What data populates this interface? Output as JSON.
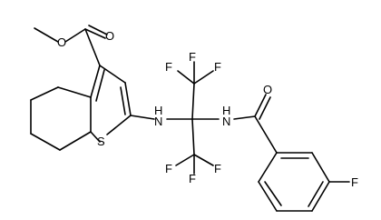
{
  "diagram": {
    "type": "chemical-structure",
    "atom_labels": {
      "ester_o_methyl": "O",
      "carbonyl_o_ester": "O",
      "sulfur": "S",
      "nh_thiophene": "H",
      "nh_thiophene_n": "N",
      "f_top_left": "F",
      "f_top_mid": "F",
      "f_top_right": "F",
      "nh_amide": "H",
      "nh_amide_n": "N",
      "carbonyl_o_amide": "O",
      "f_bottom_left": "F",
      "f_bottom_mid": "F",
      "f_bottom_right": "F",
      "f_aryl": "F"
    }
  }
}
